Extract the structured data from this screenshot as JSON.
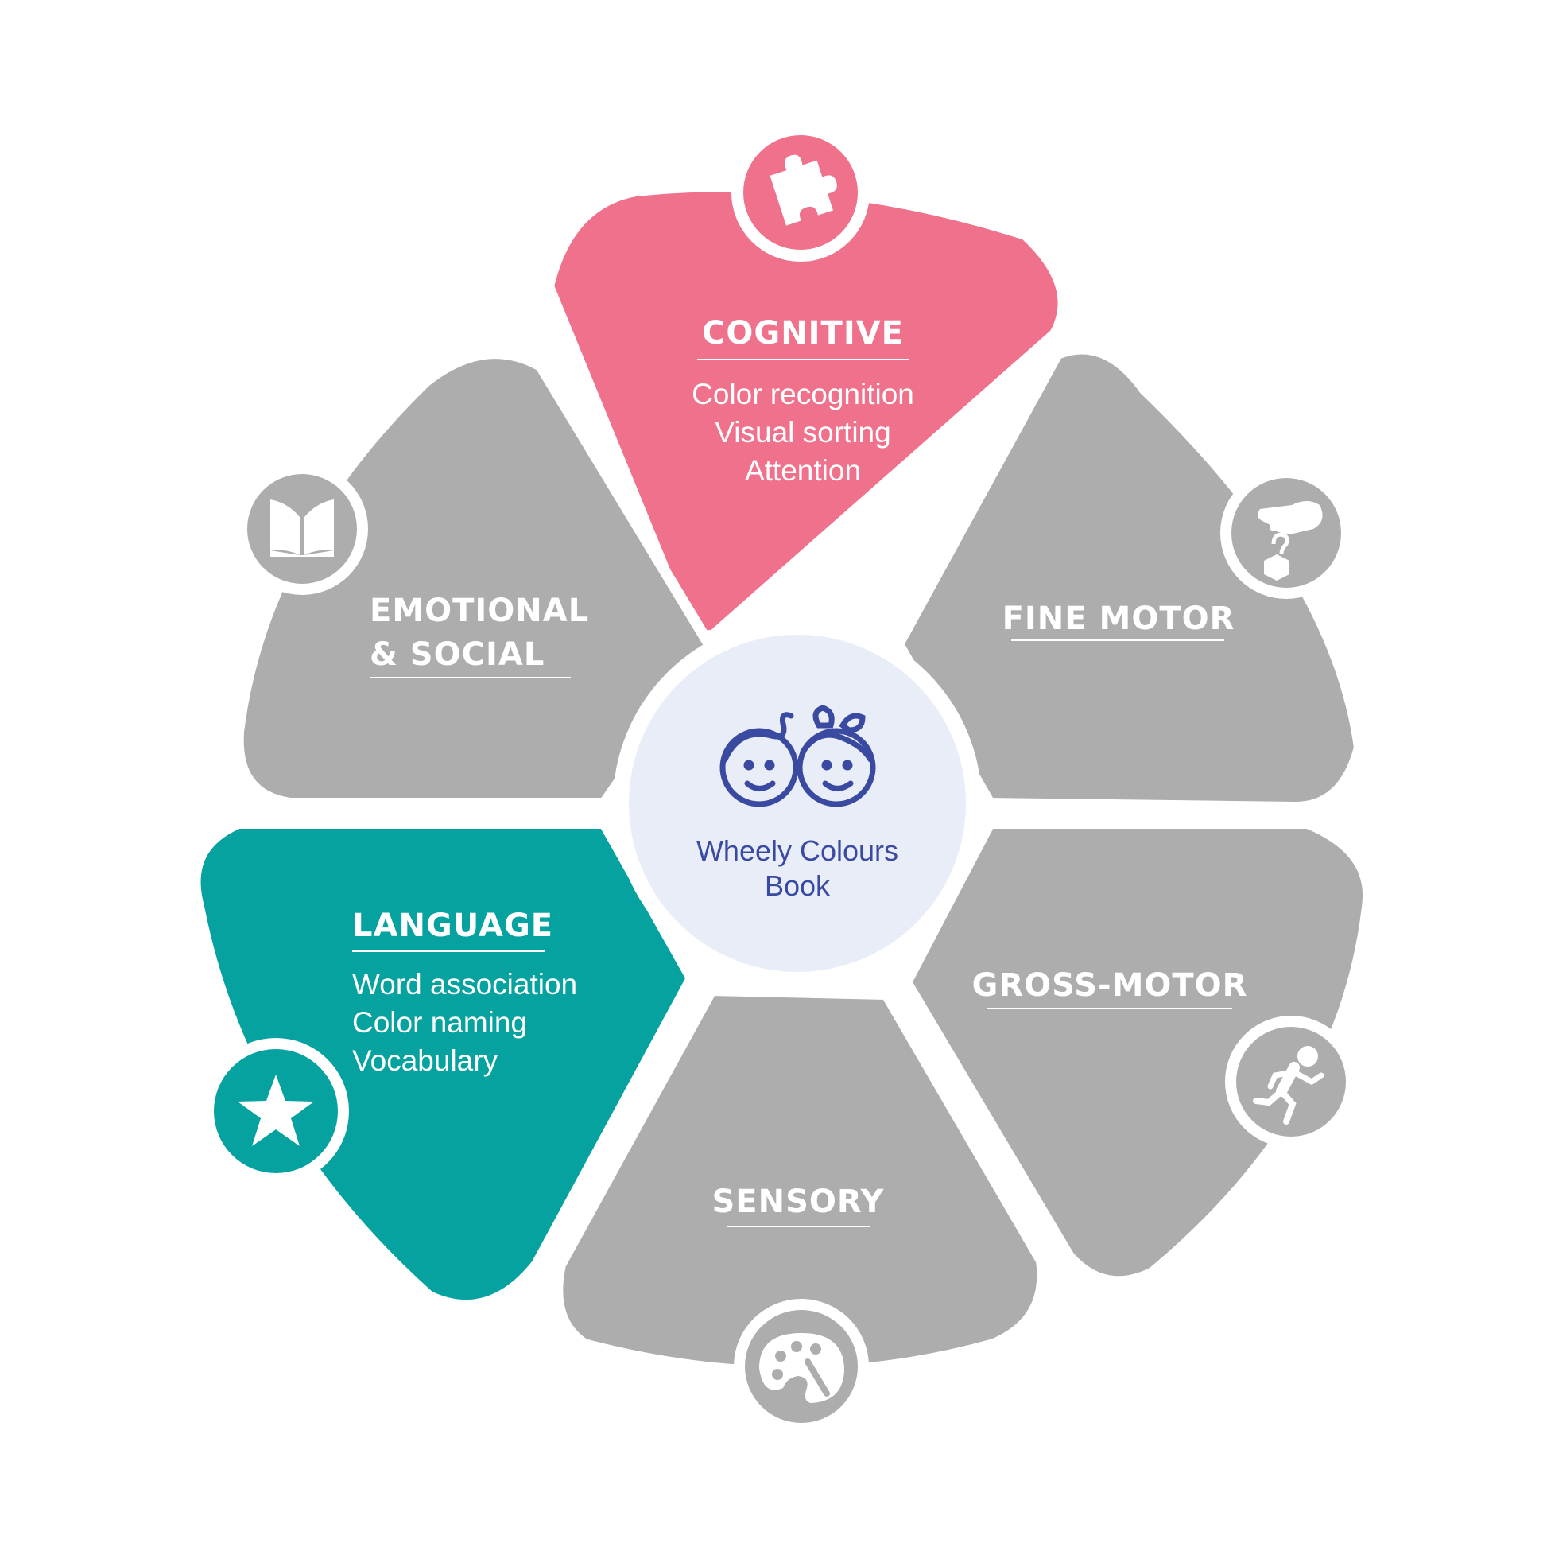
{
  "center": {
    "title_line1": "Wheely Colours",
    "title_line2": "Book",
    "icon": "two-children-faces-icon"
  },
  "colors": {
    "gray": "#adadad",
    "pink": "#ef718b",
    "teal": "#06a29f",
    "center_fill": "#e8edf8",
    "center_text": "#3a4aa0",
    "white": "#ffffff"
  },
  "petals": [
    {
      "id": "cognitive",
      "title": "COGNITIVE",
      "color": "#ef718b",
      "items": [
        "Color recognition",
        "Visual sorting",
        "Attention"
      ],
      "icon": "puzzle-piece-icon"
    },
    {
      "id": "fine-motor",
      "title": "FINE MOTOR",
      "color": "#adadad",
      "items": [],
      "icon": "hand-picking-block-icon"
    },
    {
      "id": "gross-motor",
      "title": "GROSS-MOTOR",
      "color": "#adadad",
      "items": [],
      "icon": "running-person-icon"
    },
    {
      "id": "sensory",
      "title": "SENSORY",
      "color": "#adadad",
      "items": [],
      "icon": "paint-palette-icon"
    },
    {
      "id": "language",
      "title": "LANGUAGE",
      "color": "#06a29f",
      "items": [
        "Word association",
        "Color naming",
        "Vocabulary"
      ],
      "icon": "star-icon"
    },
    {
      "id": "emotional-social",
      "title_line1": "EMOTIONAL",
      "title_line2": "& SOCIAL",
      "color": "#adadad",
      "items": [],
      "icon": "open-book-icon"
    }
  ]
}
